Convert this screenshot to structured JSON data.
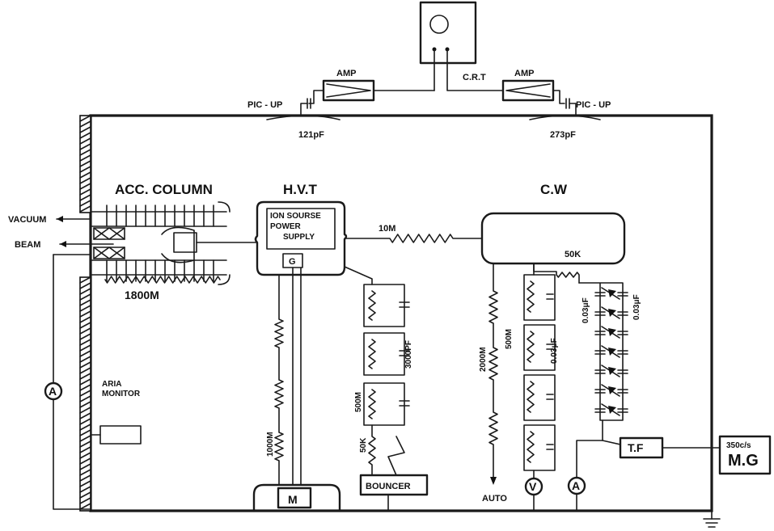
{
  "labels": {
    "crt": "C.R.T",
    "amp_left": "AMP",
    "amp_right": "AMP",
    "pickup_left": "PIC - UP",
    "pickup_right": "PIC - UP",
    "cap_left": "121pF",
    "cap_right": "273pF",
    "acc_column": "ACC. COLUMN",
    "hvt": "H.V.T",
    "cw": "C.W",
    "vacuum": "VACUUM",
    "beam": "BEAM",
    "ion_source_1": "ION SOURSE",
    "ion_source_2": "POWER",
    "ion_source_3": "SUPPLY",
    "g": "G",
    "r_10m": "10M",
    "r_1800m": "1800M",
    "aria_monitor_1": "ARIA",
    "aria_monitor_2": "MONITOR",
    "meter_a_left": "A",
    "r_1000m": "1000M",
    "m": "M",
    "r_500m_mid": "500M",
    "c_3000pf": "3000PF",
    "r_50k_mid": "50K",
    "bouncer": "BOUNCER",
    "r_2000m": "2000M",
    "auto": "AUTO",
    "r_500m_cw": "500M",
    "c_003uf_a": "0.03μF",
    "c_003uf_b": "0.03μF",
    "c_003uf_c": "0.03μF",
    "r_50k_cw": "50K",
    "meter_v": "V",
    "meter_a_right": "A",
    "tf": "T.F",
    "mg_freq": "350c/s",
    "mg": "M.G"
  }
}
